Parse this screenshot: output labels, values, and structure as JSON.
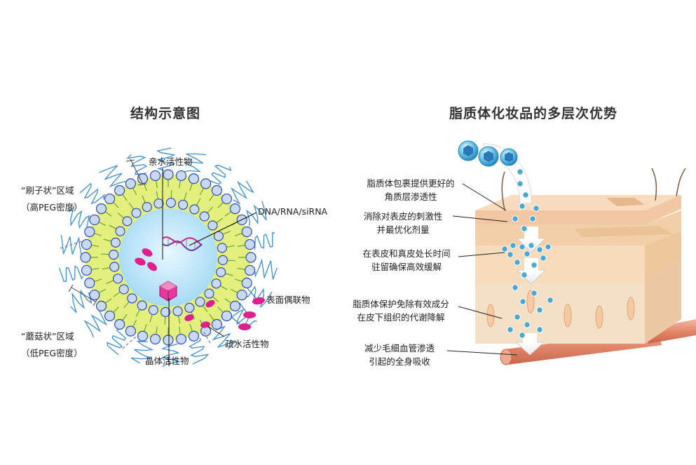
{
  "liposome": {
    "title": "结构示意图",
    "labels": {
      "hydrophilic_drug": "亲水活性物",
      "nucleic_acid": "DNA/RNA/siRNA",
      "surface_conjugate": "表面偶联物",
      "hydrophobic_drug": "疏水活性物",
      "crystal_drug": "晶体活性物",
      "brush_region_1": "“刷子状”区域",
      "brush_region_2": "（高PEG密度）",
      "mushroom_region_1": "“蘑菇状”区域",
      "mushroom_region_2": "（低PEG密度）"
    }
  },
  "skin": {
    "title": "脂质体化妆品的多层次优势",
    "advantages": [
      {
        "line1": "脂质体包裹提供更好的",
        "line2": "角质层渗透性"
      },
      {
        "line1": "消除对表皮的刺激性",
        "line2": "并最优化剂量"
      },
      {
        "line1": "在表皮和真皮处长时间",
        "line2": "驻留确保高效缓解"
      },
      {
        "line1": "脂质体保护免除有效成分",
        "line2": "在皮下组织的代谢降解"
      },
      {
        "line1": "减少毛细血管渗透",
        "line2": "引起的全身吸收"
      }
    ]
  },
  "colors": {
    "bilayer_head": "#c9d9f5",
    "bilayer_head_stroke": "#2f4fa8",
    "tail_zone": "#dff07a",
    "core": "#bfe6f8",
    "pink": "#e01f8c",
    "skin_top": "#f7d8b8",
    "skin_deep": "#f2e2cc",
    "vessel": "#e59a80",
    "particle": "#4aa8d2"
  }
}
